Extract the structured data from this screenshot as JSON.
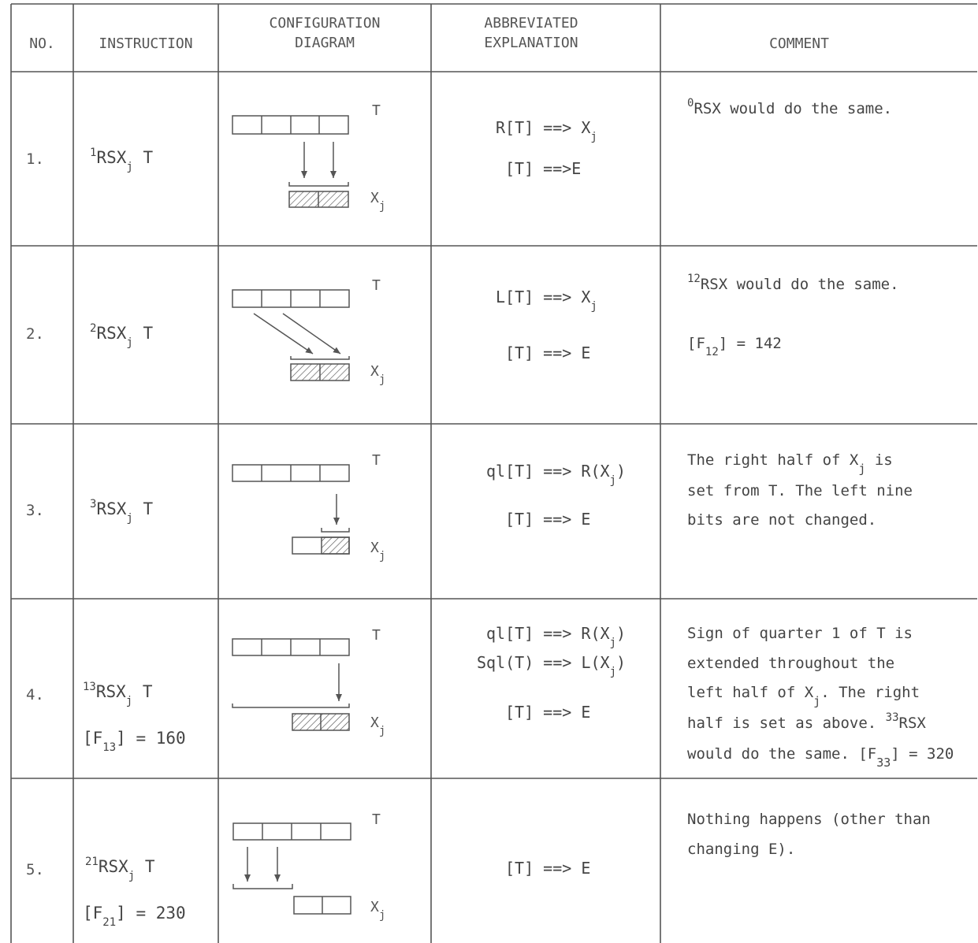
{
  "header": {
    "no": "NO.",
    "instruction": "INSTRUCTION",
    "config_line1": "CONFIGURATION",
    "config_line2": "DIAGRAM",
    "expl_line1": "ABBREVIATED",
    "expl_line2": "EXPLANATION",
    "comment": "COMMENT"
  },
  "rows": [
    {
      "no": "1.",
      "instruction": {
        "sup": "1",
        "op": "RSX",
        "sub": "j",
        "arg": "T"
      },
      "label_t": "T",
      "label_x": "X",
      "label_x_sub": "j",
      "expl1": {
        "pre": "R[T] ==> X",
        "sub": "j"
      },
      "expl2": "[T] ==>E",
      "comment1": {
        "sup": "0",
        "text": "RSX would do the same."
      }
    },
    {
      "no": "2.",
      "instruction": {
        "sup": "2",
        "op": "RSX",
        "sub": "j",
        "arg": "T"
      },
      "label_t": "T",
      "label_x": "X",
      "label_x_sub": "j",
      "expl1": {
        "pre": "L[T] ==> X",
        "sub": "j"
      },
      "expl2": "[T] ==> E",
      "comment1": {
        "sup": "12",
        "text": "RSX would do the same."
      },
      "comment2": {
        "pre": "[F",
        "sub": "12",
        "post": "]  =  142"
      }
    },
    {
      "no": "3.",
      "instruction": {
        "sup": "3",
        "op": "RSX",
        "sub": "j",
        "arg": "T"
      },
      "label_t": "T",
      "label_x": "X",
      "label_x_sub": "j",
      "expl1": {
        "pre": "ql[T] ==> R(X",
        "sub": "j",
        "post": ")"
      },
      "expl2": "[T] ==> E",
      "comment_line1": {
        "pre": "The right half of X",
        "sub": "j",
        "post": " is"
      },
      "comment_line2": "set from T.  The left nine",
      "comment_line3": "bits are not changed."
    },
    {
      "no": "4.",
      "instruction": {
        "sup": "13",
        "op": "RSX",
        "sub": "j",
        "arg": "T"
      },
      "param": {
        "pre": "[F",
        "sub": "13",
        "post": "] = 160"
      },
      "label_t": "T",
      "label_x": "X",
      "label_x_sub": "j",
      "expl1": {
        "pre": "ql[T] ==> R(X",
        "sub": "j",
        "post": ")"
      },
      "expl2": {
        "pre": "Sql(T) ==> L(X",
        "sub": "j",
        "post": ")"
      },
      "expl3": "[T] ==> E",
      "comment_line1": "Sign of quarter 1 of T is",
      "comment_line2": "extended throughout the",
      "comment_line3": {
        "pre": "left half of X",
        "sub": "j",
        "post": ".  The right"
      },
      "comment_line4": {
        "pre": "half is set as above.  ",
        "sup": "33",
        "post": "RSX"
      },
      "comment_line5": {
        "pre": "would do the same. [F",
        "sub": "33",
        "post": "] = 320"
      }
    },
    {
      "no": "5.",
      "instruction": {
        "sup": "21",
        "op": "RSX",
        "sub": "j",
        "arg": "T"
      },
      "param": {
        "pre": "[F",
        "sub": "21",
        "post": "] = 230"
      },
      "label_t": "T",
      "label_x": "X",
      "label_x_sub": "j",
      "expl1": "[T] ==> E",
      "comment_line1": "Nothing happens (other than",
      "comment_line2": "changing E)."
    }
  ]
}
